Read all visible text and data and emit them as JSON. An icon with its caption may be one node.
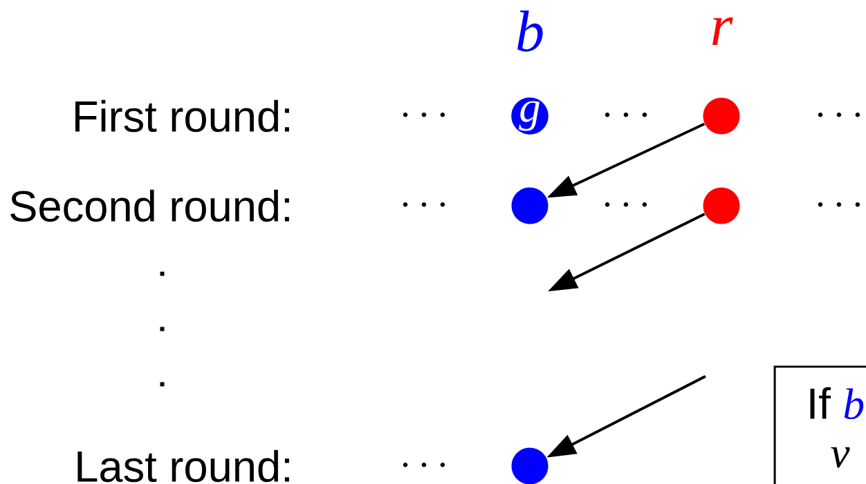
{
  "diagram": {
    "nodes": [
      {
        "text": [
          "g"
        ]
      },
      {
        "text": [],
        "shape": "circle"
      },
      {
        "text": [],
        "shape": "circle"
      },
      {
        "text": [],
        "shape": "circle"
      },
      {
        "text": [],
        "shape": "circle"
      },
      {
        "text": [
          "If",
          "b",
          "v"
        ]
      }
    ],
    "edges": [
      {
        "from": 1,
        "to": 2,
        "arrow": "to"
      },
      {
        "from": 3,
        "to": null,
        "arrow": "to"
      },
      {
        "from": null,
        "to": 4,
        "arrow": "to"
      }
    ],
    "labels": [
      "b",
      "r",
      "First round:",
      "\\cdots",
      "\\cdots",
      "\\cdots",
      "Second round:",
      "\\cdots",
      "\\cdots",
      "\\cdots",
      "Last round:",
      "\\cdots"
    ]
  }
}
